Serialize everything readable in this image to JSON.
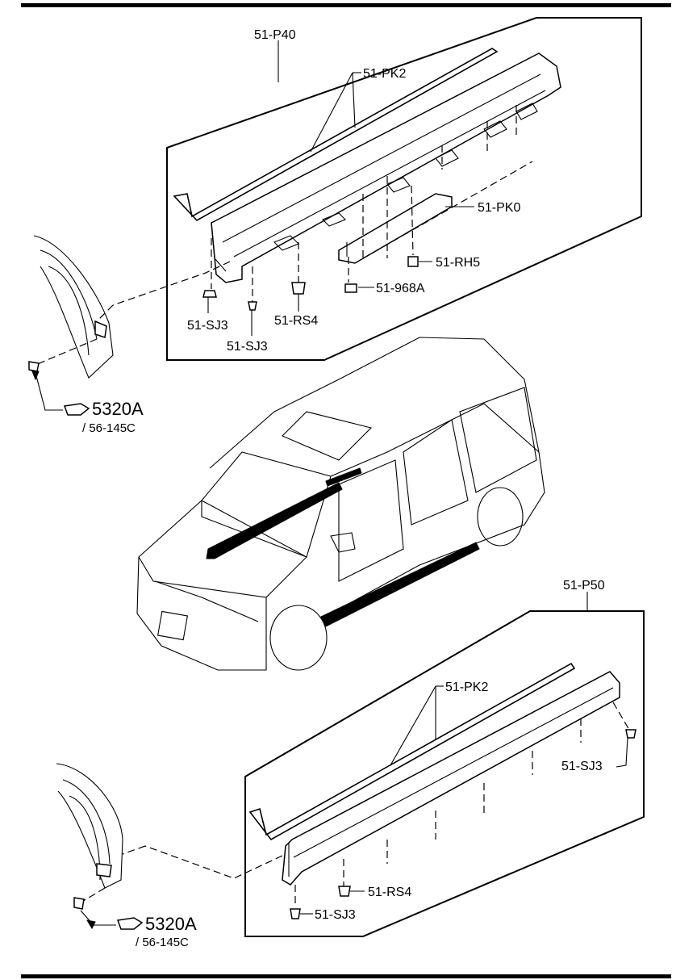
{
  "labels": {
    "upper_assembly": "51-P40",
    "upper_molding": "51-PK2",
    "upper_bracket": "51-PK0",
    "retainer_rh5": "51-RH5",
    "bolt_968a": "51-968A",
    "clip_sj3_left": "51-SJ3",
    "clip_sj3_mid": "51-SJ3",
    "clip_rs4_upper": "51-RS4",
    "upper_ref_code": "5320A",
    "upper_ref_page": "/ 56-145C",
    "lower_assembly": "51-P50",
    "lower_molding": "51-PK2",
    "lower_clip_sj3_right": "51-SJ3",
    "lower_clip_rs4": "51-RS4",
    "lower_clip_sj3_bottom": "51-SJ3",
    "lower_ref_code": "5320A",
    "lower_ref_page": "/ 56-145C"
  },
  "icons": {
    "hand_pointer": "hand-pointer-icon"
  }
}
